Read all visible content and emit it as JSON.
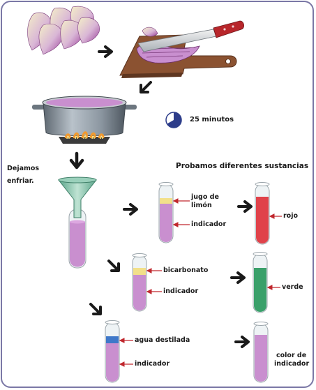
{
  "labels": {
    "time": "25 minutos",
    "cool_line1": "Dejamos",
    "cool_line2": "enfriar.",
    "heading": "Probamos diferentes sustancias",
    "lemon_line1": "jugo de",
    "lemon_line2": "limón",
    "indicator": "indicador",
    "red": "rojo",
    "bicarbonate": "bicarbonato",
    "green": "verde",
    "water": "agua destilada",
    "indicator_color_line1": "color de",
    "indicator_color_line2": "indicador"
  },
  "colors": {
    "frame": "#7b78a6",
    "indicator_purple": "#c98fcf",
    "acid_red": "#e0424a",
    "base_green": "#3aa06a",
    "lemon_yellow": "#f2e08a",
    "water_blue": "#3f78c9",
    "pot_gray": "#8c97a1",
    "arrow": "#1a1a1a",
    "pointer_red": "#c0272d"
  }
}
